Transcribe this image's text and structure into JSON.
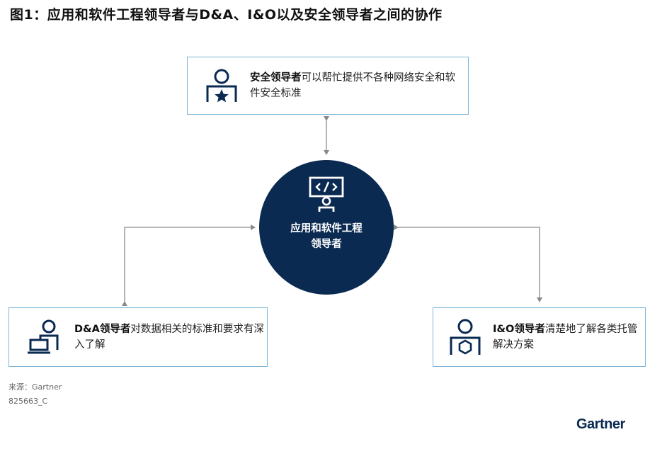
{
  "figure": {
    "title": "图1：应用和软件工程领导者与D&A、I&O以及安全领导者之间的协作"
  },
  "center": {
    "label": "应用和软件工程领导者",
    "icon": "code-screen-person-icon"
  },
  "top_box": {
    "bold": "安全领导者",
    "text": "可以帮忙提供不各种网络安全和软件安全标准",
    "icon": "person-star-icon"
  },
  "left_box": {
    "bold": "D&A领导者",
    "text": "对数据相关的标准和要求有深入了解",
    "icon": "person-laptop-icon"
  },
  "right_box": {
    "bold": "I&O领导者",
    "text": "清楚地了解各类托管解决方案",
    "icon": "person-hexagon-icon"
  },
  "footer": {
    "source": "来源：Gartner",
    "doc_id": "825663_C",
    "logo": "Gartner"
  },
  "colors": {
    "navy": "#0a2a52",
    "box_border": "#7fb6d9",
    "arrow": "#8a8a8a"
  }
}
